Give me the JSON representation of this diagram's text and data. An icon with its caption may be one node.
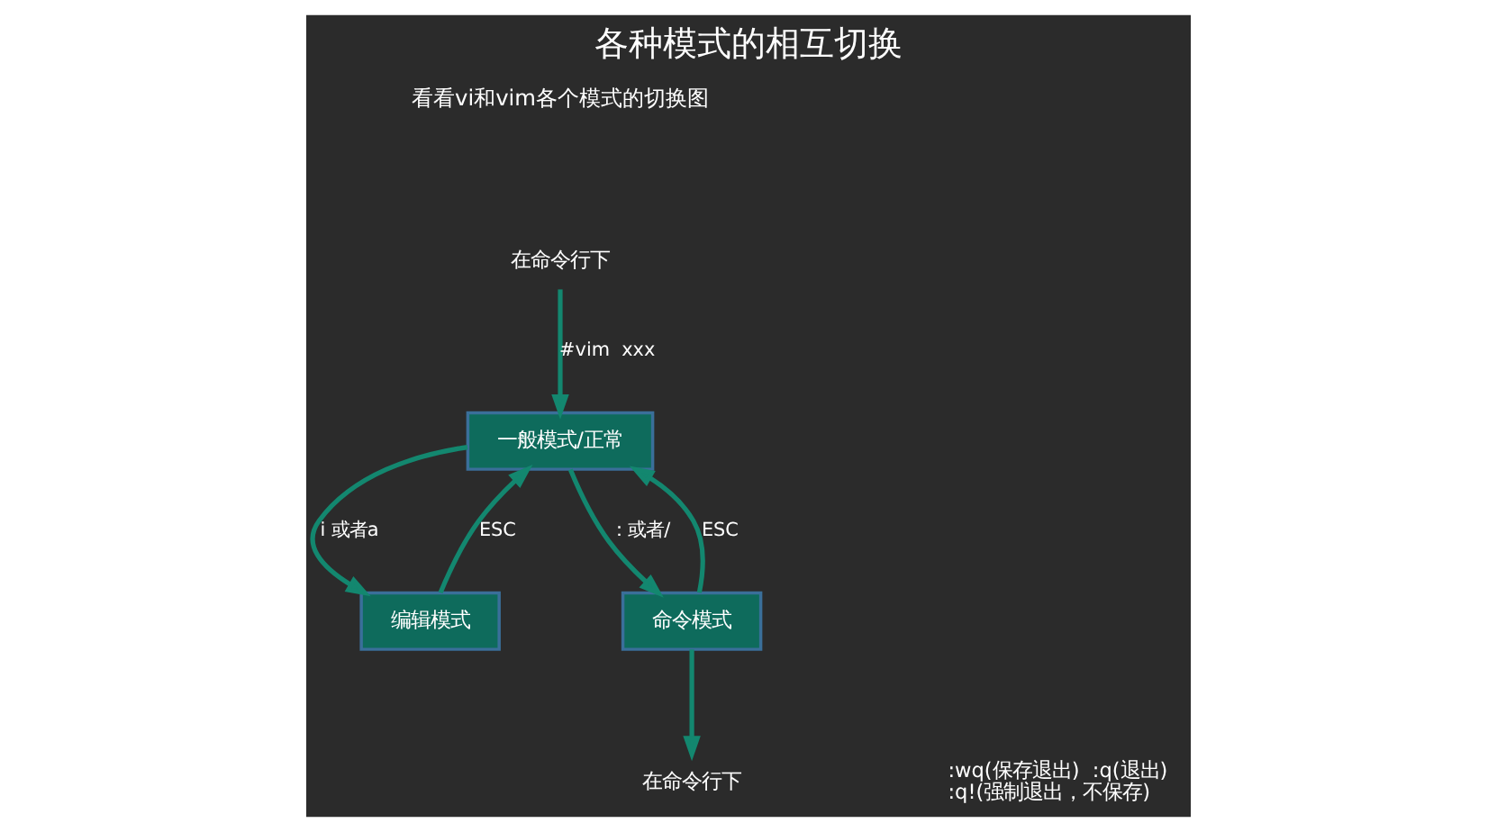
{
  "diagram": {
    "title": "各种模式的相互切换",
    "nodes": [
      {
        "text": [
          "在命令行下"
        ]
      },
      {
        "text": [
          "一般模式/正常"
        ]
      },
      {
        "text": [
          "编辑模式"
        ]
      },
      {
        "text": [
          "命令模式"
        ]
      },
      {
        "text": [
          "在命令行下"
        ]
      }
    ],
    "edges": [
      {
        "from": 0,
        "to": 1,
        "arrow": "to",
        "label": "#vim  xxx"
      },
      {
        "from": 1,
        "to": 2,
        "arrow": "to",
        "label": "i 或者a"
      },
      {
        "from": 2,
        "to": 1,
        "arrow": "to",
        "label": "ESC"
      },
      {
        "from": 3,
        "to": 1,
        "arrow": "to",
        "label": "ESC"
      },
      {
        "from": 1,
        "to": 3,
        "arrow": "to",
        "label": "：或者/"
      },
      {
        "from": 3,
        "to": 4,
        "arrow": "to"
      }
    ],
    "labels": [
      "看看vi和vim各个模式的切换图",
      ":wq(保存退出)  :q(退出)",
      ":q!(强制退出，不保存)"
    ]
  }
}
